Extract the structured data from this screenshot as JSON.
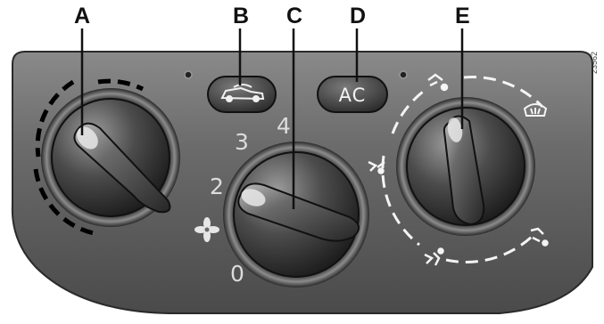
{
  "callouts": {
    "a": "A",
    "b": "B",
    "c": "C",
    "d": "D",
    "e": "E"
  },
  "ac_button": {
    "label": "AC"
  },
  "fan_speed_labels": [
    "0",
    "2",
    "3",
    "4"
  ],
  "figure_ref": "23562",
  "icons": {
    "temperature_arc": "dashed-arc-temperature-scale",
    "recirculation": "car-recirculation-icon",
    "fan": "fan-icon",
    "windscreen_demist": "windscreen-demist-icon",
    "face_vent": "face-vent-icon",
    "face_feet_vent": "face-and-feet-vent-icon",
    "feet_vent": "feet-vent-icon",
    "feet_screen_vent": "feet-and-screen-vent-icon"
  },
  "colors": {
    "panel": "#6e6e6e",
    "knob": "#3a3a3a",
    "markings": "#f4f4f4"
  }
}
